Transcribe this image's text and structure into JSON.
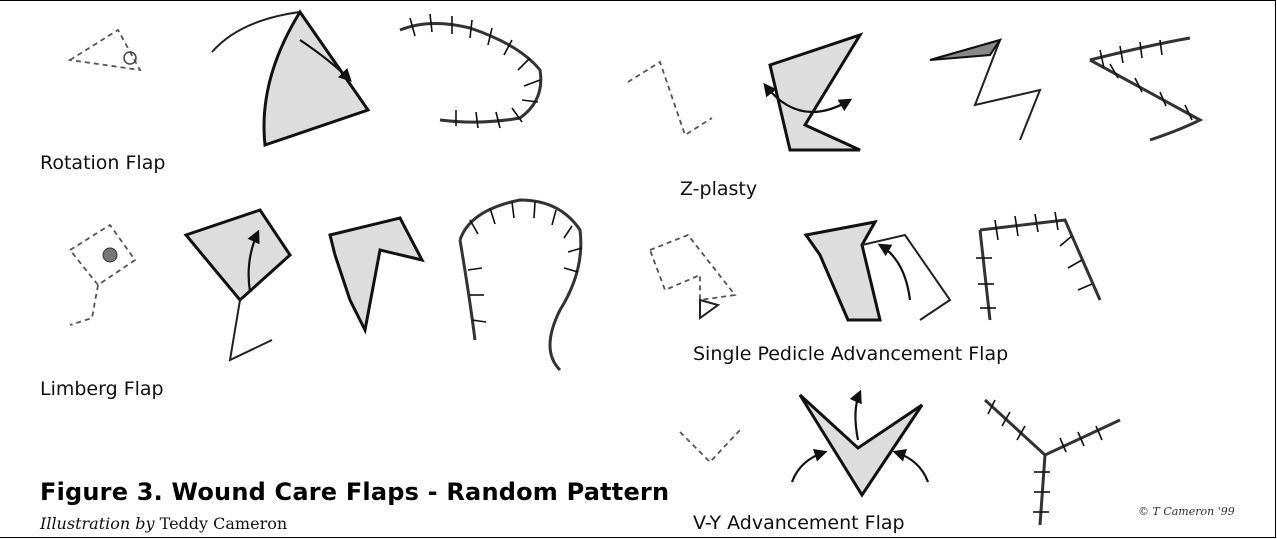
{
  "labels": {
    "rotation": "Rotation Flap",
    "zplasty": "Z-plasty",
    "limberg": "Limberg Flap",
    "single_pedicle": "Single Pedicle Advancement Flap",
    "vy": "V-Y Advancement Flap"
  },
  "figure": {
    "title": "Figure 3. Wound Care Flaps - Random Pattern",
    "credit_prefix": "Illustration by",
    "credit_name": "Teddy Cameron"
  },
  "signature": "© T Cameron '99"
}
